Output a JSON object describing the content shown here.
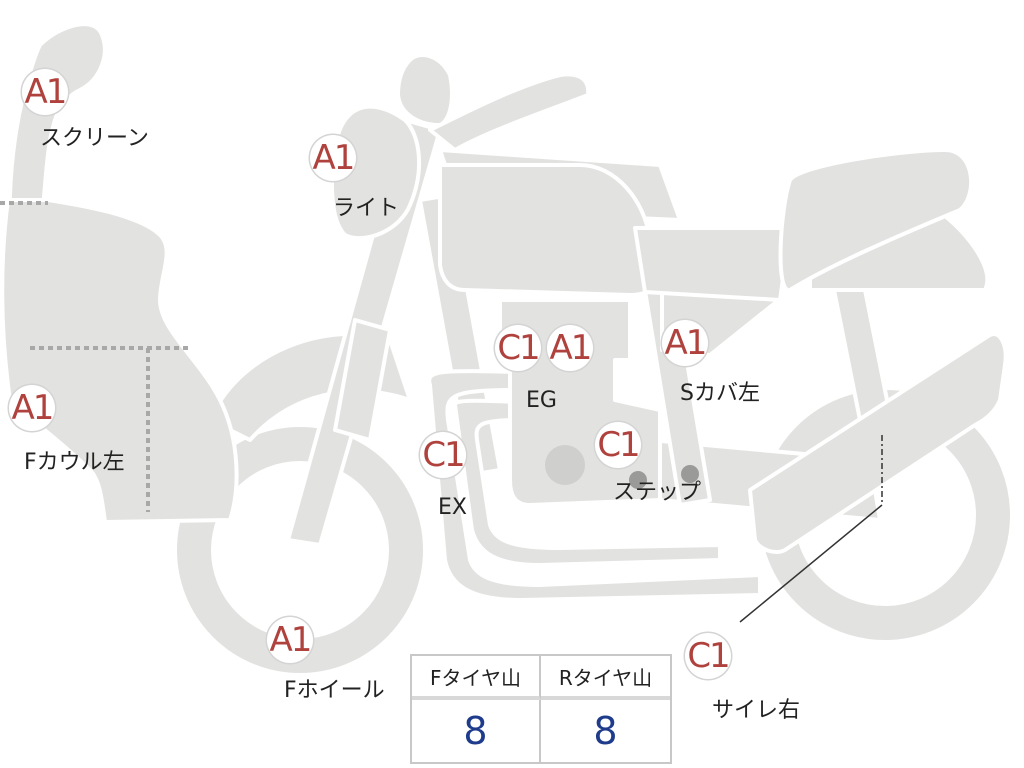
{
  "colors": {
    "body_fill": "#e2e2e0",
    "body_stroke": "#ffffff",
    "dotted_line": "#a8a8a8",
    "grade_text": "#b0423e",
    "value_text": "#1f3c8c"
  },
  "markers": {
    "screen": {
      "grade": "A1",
      "label": "スクリーン"
    },
    "light": {
      "grade": "A1",
      "label": "ライト"
    },
    "f_cowl_left": {
      "grade": "A1",
      "label": "Fカウル左"
    },
    "engine_c1": {
      "grade": "C1"
    },
    "engine_a1": {
      "grade": "A1",
      "label": "EG"
    },
    "side_cover_left": {
      "grade": "A1",
      "label": "Sカバ左"
    },
    "exhaust": {
      "grade": "C1",
      "label": "EX"
    },
    "step": {
      "grade": "C1",
      "label": "ステップ"
    },
    "f_wheel": {
      "grade": "A1",
      "label": "Fホイール"
    },
    "silencer_right": {
      "grade": "C1",
      "label": "サイレ右"
    }
  },
  "tire_table": {
    "headers": [
      "Fタイヤ山",
      "Rタイヤ山"
    ],
    "values": [
      "8",
      "8"
    ]
  }
}
